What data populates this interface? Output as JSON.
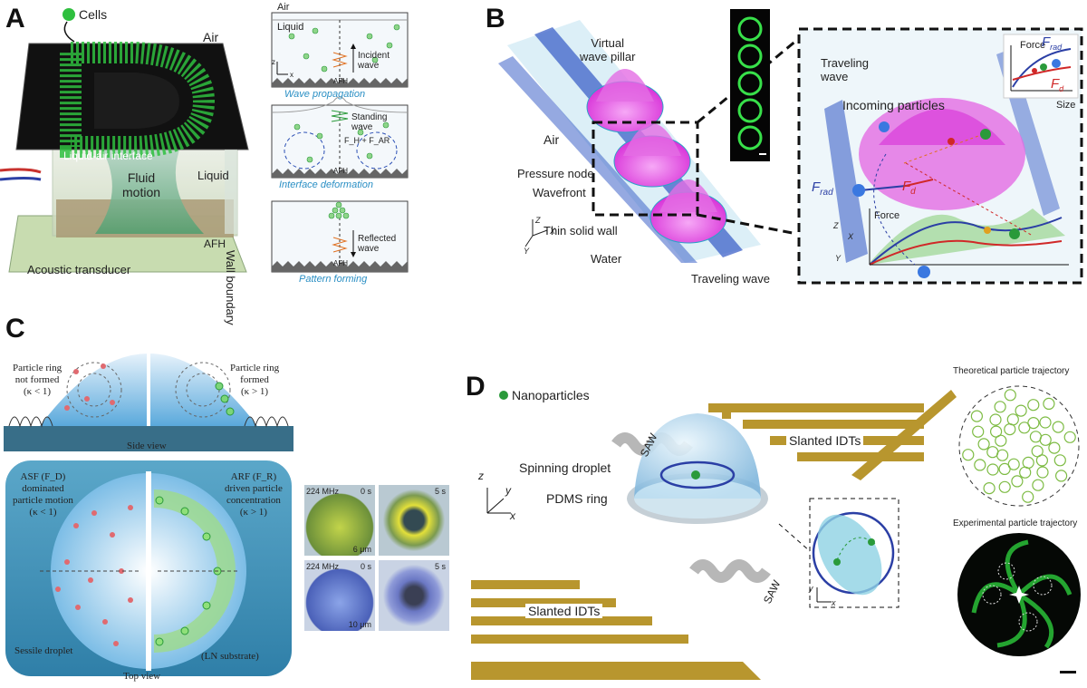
{
  "panels": {
    "A": {
      "letter": "A",
      "legend_cells": "Cells",
      "air": "Air",
      "interface": "Liquid-air interface",
      "fluid_motion": "Fluid\nmotion",
      "liquid": "Liquid",
      "wall_boundary": "Wall boundary",
      "afh": "AFH",
      "transducer": "Acoustic transducer",
      "step1": {
        "air": "Air",
        "liquid": "Liquid",
        "wave": "Incident\nwave",
        "afh": "AFH",
        "caption": "Wave propagation"
      },
      "step2": {
        "wave": "Standing\nwave",
        "force": "F_H + F_AR",
        "afh": "AFH",
        "caption": "Interface deformation"
      },
      "step3": {
        "wave": "Reflected\nwave",
        "afh": "AFH",
        "caption": "Pattern forming"
      },
      "axis_z": "z",
      "axis_x": "x"
    },
    "B": {
      "letter": "B",
      "virtual_pillar": "Virtual\nwave pillar",
      "air": "Air",
      "pressure_node": "Pressure node",
      "wavefront": "Wavefront",
      "thin_wall": "Thin solid wall",
      "water": "Water",
      "traveling_wave_bottom": "Traveling wave",
      "traveling_wave_top": "Traveling\nwave",
      "incoming": "Incoming particles",
      "f_rad": "F",
      "f_rad_sub": "rad",
      "f_d": "F",
      "f_d_sub": "d",
      "force": "Force",
      "size": "Size",
      "axis_z": "Z",
      "axis_x": "X",
      "axis_y": "Y"
    },
    "C": {
      "letter": "C",
      "ring_not": "Particle ring\nnot formed\n(κ < 1)",
      "ring_yes": "Particle ring\nformed\n(κ > 1)",
      "side_view": "Side view",
      "asf": "ASF (F_D)\ndominated\nparticle motion\n(κ < 1)",
      "arf": "ARF (F_R)\ndriven particle\nconcentration\n(κ > 1)",
      "sessile": "Sessile droplet",
      "top_view": "Top view",
      "substrate": "(LN substrate)",
      "photos": [
        {
          "freq": "224 MHz",
          "time": "0 s",
          "size": "6 μm"
        },
        {
          "freq": "",
          "time": "5 s",
          "size": ""
        },
        {
          "freq": "224 MHz",
          "time": "0 s",
          "size": "10 μm"
        },
        {
          "freq": "",
          "time": "5 s",
          "size": ""
        }
      ]
    },
    "D": {
      "letter": "D",
      "nanoparticles": "Nanoparticles",
      "slanted_top": "Slanted IDTs",
      "slanted_bottom": "Slanted IDTs",
      "saw_top": "SAW",
      "saw_bottom": "SAW",
      "spinning": "Spinning droplet",
      "pdms": "PDMS ring",
      "theoretical": "Theoretical particle trajectory",
      "experimental": "Experimental particle trajectory",
      "axis_z": "z",
      "axis_y": "y",
      "axis_x": "x"
    }
  },
  "colors": {
    "cell_green": "#2fbf3f",
    "pillar_magenta": "#e040e0",
    "caption_blue": "#2a8fc4",
    "idt_gold": "#b8962e",
    "droplet_blue": "#9fd0ec"
  }
}
